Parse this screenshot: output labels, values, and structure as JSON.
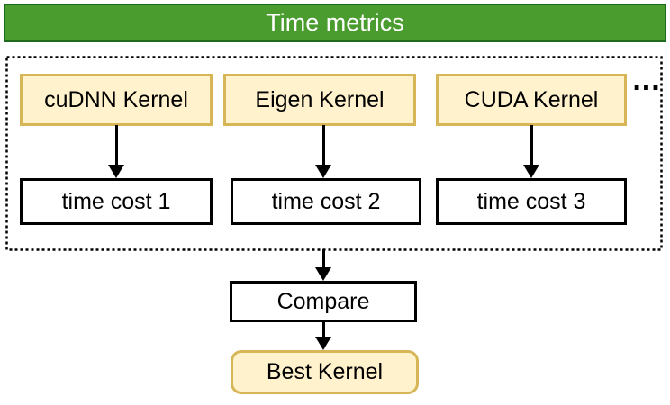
{
  "title_bar": {
    "label": "Time metrics"
  },
  "kernel_row": {
    "boxes": [
      {
        "label": "cuDNN Kernel"
      },
      {
        "label": "Eigen Kernel"
      },
      {
        "label": "CUDA Kernel"
      }
    ],
    "ellipsis": "..."
  },
  "time_row": {
    "boxes": [
      {
        "label": "time cost 1"
      },
      {
        "label": "time cost 2"
      },
      {
        "label": "time cost 3"
      }
    ]
  },
  "compare": {
    "label": "Compare"
  },
  "best": {
    "label": "Best Kernel"
  },
  "colors": {
    "green_fill": "#4A9C2E",
    "green_border": "#1E6B1E",
    "yellow_fill": "#FFF2CC",
    "yellow_border": "#D6B656",
    "line": "#000000",
    "text": "#000000",
    "title_text": "#FFFFFF",
    "background": "#FFFFFF"
  }
}
